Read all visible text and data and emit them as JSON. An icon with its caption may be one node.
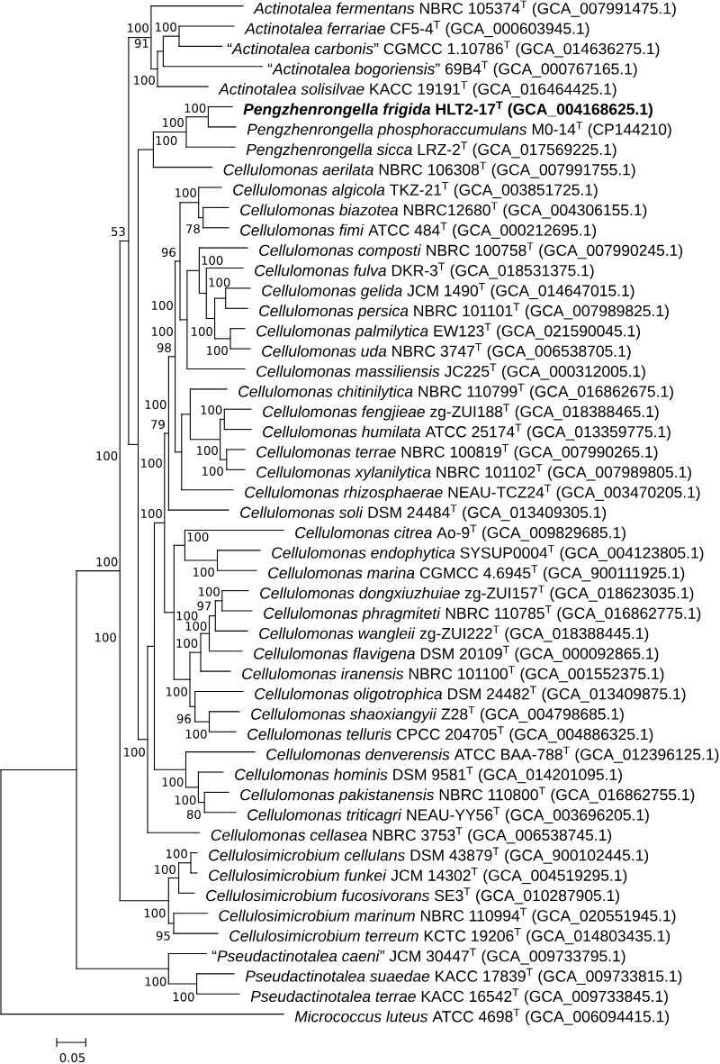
{
  "diagram": {
    "nodes": [
      {
        "text": [
          "*Actinotalea fermentans* NBRC 105374$^{T}$ (GCA_007991475.1)"
        ]
      },
      {
        "text": [
          "*Actinotalea ferrariae* CF5-4$^{T}$ (GCA_000603945.1)"
        ]
      },
      {
        "text": [
          "“*Actinotalea carbonis*” CGMCC 1.10786$^{T}$ (GCA_014636275.1)"
        ]
      },
      {
        "text": [
          "“*Actinotalea bogoriensis*” 69B4$^{T}$ (GCA_000767165.1)"
        ]
      },
      {
        "text": [
          "*Actinotalea solisilvae* KACC 19191$^{T}$ (GCA_016464425.1)"
        ]
      },
      {
        "text": [
          "*Pengzhenrongella frigida* HLT2-17$^{T}$ (GCA_004168625.1)"
        ]
      },
      {
        "text": [
          "*Pengzhenrongella phosphoraccumulans* M0-14$^{T}$ (CP144210)"
        ]
      },
      {
        "text": [
          "*Pengzhenrongella sicca* LRZ-2$^{T}$ (GCA_017569225.1)"
        ]
      },
      {
        "text": [
          "*Cellulomonas aerilata* NBRC 106308$^{T}$ (GCA_007991755.1)"
        ]
      },
      {
        "text": [
          "*Cellulomonas algicola* TKZ-21$^{T}$ (GCA_003851725.1)"
        ]
      },
      {
        "text": [
          "*Cellulomonas biazotea* NBRC12680$^{T}$ (GCA_004306155.1)"
        ]
      },
      {
        "text": [
          "*Cellulomonas fimi* ATCC 484$^{T}$ (GCA_000212695.1)"
        ]
      },
      {
        "text": [
          "*Cellulomonas composti* NBRC 100758$^{T}$ (GCA_007990245.1)"
        ]
      },
      {
        "text": [
          "*Cellulomonas fulva* DKR-3$^{T}$ (GCA_018531375.1)"
        ]
      },
      {
        "text": [
          "*Cellulomonas gelida* JCM 1490$^{T}$ (GCA_014647015.1)"
        ]
      },
      {
        "text": [
          "*Cellulomonas persica* NBRC 101101$^{T}$ (GCA_007989825.1)"
        ]
      },
      {
        "text": [
          "*Cellulomonas palmilytica* EW123$^{T}$ (GCA_021590045.1)"
        ]
      },
      {
        "text": [
          "*Cellulomonas uda* NBRC 3747$^{T}$ (GCA_006538705.1)"
        ]
      },
      {
        "text": [
          "*Cellulomonas massiliensis* JC225$^{T}$ (GCA_000312005.1)"
        ]
      },
      {
        "text": [
          "*Cellulomonas chitinilytica* NBRC 110799$^{T}$ (GCA_016862675.1)"
        ]
      },
      {
        "text": [
          "*Cellulomonas fengjieae* zg-ZUI188$^{T}$ (GCA_018388465.1)"
        ]
      },
      {
        "text": [
          "*Cellulomonas humilata* ATCC 25174$^{T}$ (GCA_013359775.1)"
        ]
      },
      {
        "text": [
          "*Cellulomonas terrae* NBRC 100819$^{T}$ (GCA_007990265.1)"
        ]
      },
      {
        "text": [
          "*Cellulomonas xylanilytica* NBRC 101102$^{T}$ (GCA_007989805.1)"
        ]
      },
      {
        "text": [
          "*Cellulomonas rhizosphaerae* NEAU-TCZ24$^{T}$ (GCA_003470205.1)"
        ]
      },
      {
        "text": [
          "*Cellulomonas soli* DSM 24484$^{T}$ (GCA_013409305.1)"
        ]
      },
      {
        "text": [
          "*Cellulomonas citrea* Ao-9$^{T}$ (GCA_009829685.1)"
        ]
      },
      {
        "text": [
          "*Cellulomonas endophytica* SYSUP0004$^{T}$ (GCA_004123805.1)"
        ]
      },
      {
        "text": [
          "*Cellulomonas marina* CGMCC 4.6945$^{T}$ (GCA_900111925.1)"
        ]
      },
      {
        "text": [
          "*Cellulomonas dongxiuzhuiae* zg-ZUI157$^{T}$ (GCA_018623035.1)"
        ]
      },
      {
        "text": [
          "*Cellulomonas phragmiteti* NBRC 110785$^{T}$ (GCA_016862775.1)"
        ]
      },
      {
        "text": [
          "*Cellulomonas wangleii* zg-ZUI222$^{T}$ (GCA_018388445.1)"
        ]
      },
      {
        "text": [
          "*Cellulomonas flavigena* DSM 20109$^{T}$ (GCA_000092865.1)"
        ]
      },
      {
        "text": [
          "*Cellulomonas iranensis* NBRC 101100$^{T}$ (GCA_001552375.1)"
        ]
      },
      {
        "text": [
          "*Cellulomonas oligotrophica* DSM 24482$^{T}$ (GCA_013409875.1)"
        ]
      },
      {
        "text": [
          "*Cellulomonas shaoxiangyii* Z28$^{T}$ (GCA_004798685.1)"
        ]
      },
      {
        "text": [
          "*Cellulomonas telluris* CPCC 204705$^{T}$ (GCA_004886325.1)"
        ]
      },
      {
        "text": [
          "*Cellulomonas denverensis* ATCC BAA-788$^{T}$ (GCA_012396125.1)"
        ]
      },
      {
        "text": [
          "*Cellulomonas hominis* DSM 9581$^{T}$ (GCA_014201095.1)"
        ]
      },
      {
        "text": [
          "*Cellulomonas pakistanensis* NBRC 110800$^{T}$ (GCA_016862755.1)"
        ]
      },
      {
        "text": [
          "*Cellulomonas triticagri* NEAU-YY56$^{T}$ (GCA_003696205.1)"
        ]
      },
      {
        "text": [
          "*Cellulomonas cellasea* NBRC 3753$^{T}$ (GCA_006538745.1)"
        ]
      },
      {
        "text": [
          "*Cellulosimicrobium cellulans* DSM 43879$^{T}$ (GCA_900102445.1)"
        ]
      },
      {
        "text": [
          "*Cellulosimicrobium funkei* JCM 14302$^{T}$ (GCA_004519295.1)"
        ]
      },
      {
        "text": [
          "*Cellulosimicrobium fucosivorans* SE3$^{T}$ (GCA_010287905.1)"
        ]
      },
      {
        "text": [
          "*Cellulosimicrobium marinum* NBRC 110994$^{T}$ (GCA_020551945.1)"
        ]
      },
      {
        "text": [
          "*Cellulosimicrobium terreum* KCTC 19206$^{T}$ (GCA_014803435.1)"
        ]
      },
      {
        "text": [
          "“*Pseudactinotalea caeni*” JCM 30447$^{T}$ (GCA_009733795.1)"
        ]
      },
      {
        "text": [
          "*Pseudactinotalea suaedae* KACC 17839$^{T}$ (GCA_009733815.1)"
        ]
      },
      {
        "text": [
          "*Pseudactinotalea terrae* KACC 16542$^{T}$ (GCA_009733845.1)"
        ]
      },
      {
        "text": [
          "*Micrococcus luteus* ATCC 4698$^{T}$ (GCA_006094415.1)"
        ]
      },
      {
        "text": [],
        "shape": "bar"
      },
      {
        "text": [],
        "shape": "bar"
      },
      {
        "text": [],
        "shape": "bar"
      },
      {
        "text": [],
        "shape": "bar"
      },
      {
        "text": [],
        "shape": "bar"
      },
      {
        "text": [],
        "shape": "bar"
      },
      {
        "text": [],
        "shape": "bar"
      },
      {
        "text": [],
        "shape": "bar"
      },
      {
        "text": [],
        "shape": "bar"
      },
      {
        "text": [],
        "shape": "bar"
      },
      {
        "text": [],
        "shape": "bar"
      },
      {
        "text": [],
        "shape": "bar"
      },
      {
        "text": [],
        "shape": "bar"
      },
      {
        "text": [],
        "shape": "bar"
      },
      {
        "text": [],
        "shape": "bar"
      },
      {
        "text": [],
        "shape": "bar"
      },
      {
        "text": [],
        "shape": "bar"
      },
      {
        "text": [],
        "shape": "bar"
      },
      {
        "text": [],
        "shape": "bar"
      },
      {
        "text": [],
        "shape": "bar"
      },
      {
        "text": [],
        "shape": "bar"
      },
      {
        "text": [],
        "shape": "bar"
      },
      {
        "text": [],
        "shape": "bar"
      },
      {
        "text": [],
        "shape": "bar"
      },
      {
        "text": [],
        "shape": "bar"
      },
      {
        "text": [],
        "shape": "bar"
      },
      {
        "text": [],
        "shape": "bar"
      },
      {
        "text": [],
        "shape": "bar"
      },
      {
        "text": [],
        "shape": "bar"
      },
      {
        "text": [],
        "shape": "bar"
      },
      {
        "text": [],
        "shape": "bar"
      },
      {
        "text": [],
        "shape": "bar"
      },
      {
        "text": [],
        "shape": "bar"
      },
      {
        "text": [],
        "shape": "bar"
      },
      {
        "text": [],
        "shape": "bar"
      },
      {
        "text": [],
        "shape": "bar"
      },
      {
        "text": [],
        "shape": "bar"
      },
      {
        "text": [],
        "shape": "bar"
      },
      {
        "text": [],
        "shape": "bar"
      },
      {
        "text": [],
        "shape": "bar"
      },
      {
        "text": [],
        "shape": "bar"
      },
      {
        "text": [],
        "shape": "bar"
      },
      {
        "text": [],
        "shape": "bar"
      },
      {
        "text": [],
        "shape": "bar"
      },
      {
        "text": [],
        "shape": "bar"
      },
      {
        "text": [],
        "shape": "bar"
      },
      {
        "text": [],
        "shape": "bar"
      },
      {
        "text": [],
        "shape": "bar"
      },
      {
        "text": [],
        "shape": "bar"
      },
      {
        "text": [],
        "shape": "bar"
      }
    ],
    "edges": [
      {
        "from": 51,
        "to": 52,
        "arrow": "none"
      },
      {
        "from": 51,
        "to": 50,
        "arrow": "none"
      },
      {
        "from": 52,
        "to": 53,
        "arrow": "none"
      },
      {
        "from": 52,
        "to": 99,
        "arrow": "none"
      },
      {
        "from": 53,
        "to": 54,
        "arrow": "none"
      },
      {
        "from": 53,
        "to": 95,
        "arrow": "none"
      },
      {
        "from": 54,
        "to": 55,
        "arrow": "none"
      },
      {
        "from": 54,
        "to": 59,
        "arrow": "none"
      },
      {
        "from": 55,
        "to": 0,
        "arrow": "none"
      },
      {
        "from": 55,
        "to": 56,
        "arrow": "none"
      },
      {
        "from": 56,
        "to": 57,
        "arrow": "none"
      },
      {
        "from": 56,
        "to": 4,
        "arrow": "none"
      },
      {
        "from": 57,
        "to": 58,
        "arrow": "none"
      },
      {
        "from": 57,
        "to": 3,
        "arrow": "none"
      },
      {
        "from": 58,
        "to": 1,
        "arrow": "none"
      },
      {
        "from": 58,
        "to": 2,
        "arrow": "none"
      },
      {
        "from": 59,
        "to": 60,
        "arrow": "none"
      },
      {
        "from": 59,
        "to": 63,
        "arrow": "none"
      },
      {
        "from": 60,
        "to": 61,
        "arrow": "none"
      },
      {
        "from": 60,
        "to": 8,
        "arrow": "none"
      },
      {
        "from": 61,
        "to": 62,
        "arrow": "none"
      },
      {
        "from": 61,
        "to": 7,
        "arrow": "none"
      },
      {
        "from": 62,
        "to": 5,
        "arrow": "none"
      },
      {
        "from": 62,
        "to": 6,
        "arrow": "none"
      },
      {
        "from": 63,
        "to": 64,
        "arrow": "none"
      },
      {
        "from": 63,
        "to": 41,
        "arrow": "none"
      },
      {
        "from": 64,
        "to": 65,
        "arrow": "none"
      },
      {
        "from": 64,
        "to": 92,
        "arrow": "none"
      },
      {
        "from": 65,
        "to": 66,
        "arrow": "none"
      },
      {
        "from": 65,
        "to": 82,
        "arrow": "none"
      },
      {
        "from": 66,
        "to": 67,
        "arrow": "none"
      },
      {
        "from": 66,
        "to": 25,
        "arrow": "none"
      },
      {
        "from": 67,
        "to": 68,
        "arrow": "none"
      },
      {
        "from": 67,
        "to": 77,
        "arrow": "none"
      },
      {
        "from": 68,
        "to": 69,
        "arrow": "none"
      },
      {
        "from": 68,
        "to": 71,
        "arrow": "none"
      },
      {
        "from": 69,
        "to": 9,
        "arrow": "none"
      },
      {
        "from": 69,
        "to": 70,
        "arrow": "none"
      },
      {
        "from": 70,
        "to": 10,
        "arrow": "none"
      },
      {
        "from": 70,
        "to": 11,
        "arrow": "none"
      },
      {
        "from": 71,
        "to": 72,
        "arrow": "none"
      },
      {
        "from": 71,
        "to": 18,
        "arrow": "none"
      },
      {
        "from": 72,
        "to": 12,
        "arrow": "none"
      },
      {
        "from": 72,
        "to": 73,
        "arrow": "none"
      },
      {
        "from": 73,
        "to": 13,
        "arrow": "none"
      },
      {
        "from": 73,
        "to": 74,
        "arrow": "none"
      },
      {
        "from": 74,
        "to": 75,
        "arrow": "none"
      },
      {
        "from": 74,
        "to": 76,
        "arrow": "none"
      },
      {
        "from": 75,
        "to": 14,
        "arrow": "none"
      },
      {
        "from": 75,
        "to": 15,
        "arrow": "none"
      },
      {
        "from": 76,
        "to": 16,
        "arrow": "none"
      },
      {
        "from": 76,
        "to": 17,
        "arrow": "none"
      },
      {
        "from": 77,
        "to": 78,
        "arrow": "none"
      },
      {
        "from": 77,
        "to": 24,
        "arrow": "none"
      },
      {
        "from": 78,
        "to": 19,
        "arrow": "none"
      },
      {
        "from": 78,
        "to": 79,
        "arrow": "none"
      },
      {
        "from": 79,
        "to": 80,
        "arrow": "none"
      },
      {
        "from": 79,
        "to": 81,
        "arrow": "none"
      },
      {
        "from": 80,
        "to": 20,
        "arrow": "none"
      },
      {
        "from": 80,
        "to": 21,
        "arrow": "none"
      },
      {
        "from": 81,
        "to": 22,
        "arrow": "none"
      },
      {
        "from": 81,
        "to": 23,
        "arrow": "none"
      },
      {
        "from": 82,
        "to": 83,
        "arrow": "none"
      },
      {
        "from": 82,
        "to": 85,
        "arrow": "none"
      },
      {
        "from": 83,
        "to": 26,
        "arrow": "none"
      },
      {
        "from": 83,
        "to": 84,
        "arrow": "none"
      },
      {
        "from": 84,
        "to": 27,
        "arrow": "none"
      },
      {
        "from": 84,
        "to": 28,
        "arrow": "none"
      },
      {
        "from": 85,
        "to": 86,
        "arrow": "none"
      },
      {
        "from": 85,
        "to": 90,
        "arrow": "none"
      },
      {
        "from": 86,
        "to": 87,
        "arrow": "none"
      },
      {
        "from": 86,
        "to": 33,
        "arrow": "none"
      },
      {
        "from": 87,
        "to": 88,
        "arrow": "none"
      },
      {
        "from": 87,
        "to": 32,
        "arrow": "none"
      },
      {
        "from": 88,
        "to": 89,
        "arrow": "none"
      },
      {
        "from": 88,
        "to": 31,
        "arrow": "none"
      },
      {
        "from": 89,
        "to": 29,
        "arrow": "none"
      },
      {
        "from": 89,
        "to": 30,
        "arrow": "none"
      },
      {
        "from": 90,
        "to": 34,
        "arrow": "none"
      },
      {
        "from": 90,
        "to": 91,
        "arrow": "none"
      },
      {
        "from": 91,
        "to": 35,
        "arrow": "none"
      },
      {
        "from": 91,
        "to": 36,
        "arrow": "none"
      },
      {
        "from": 92,
        "to": 37,
        "arrow": "none"
      },
      {
        "from": 92,
        "to": 93,
        "arrow": "none"
      },
      {
        "from": 93,
        "to": 38,
        "arrow": "none"
      },
      {
        "from": 93,
        "to": 94,
        "arrow": "none"
      },
      {
        "from": 94,
        "to": 39,
        "arrow": "none"
      },
      {
        "from": 94,
        "to": 40,
        "arrow": "none"
      },
      {
        "from": 95,
        "to": 96,
        "arrow": "none"
      },
      {
        "from": 95,
        "to": 98,
        "arrow": "none"
      },
      {
        "from": 96,
        "to": 97,
        "arrow": "none"
      },
      {
        "from": 96,
        "to": 44,
        "arrow": "none"
      },
      {
        "from": 97,
        "to": 42,
        "arrow": "none"
      },
      {
        "from": 97,
        "to": 43,
        "arrow": "none"
      },
      {
        "from": 98,
        "to": 45,
        "arrow": "none"
      },
      {
        "from": 98,
        "to": 46,
        "arrow": "none"
      },
      {
        "from": 99,
        "to": 47,
        "arrow": "none"
      },
      {
        "from": 99,
        "to": 100,
        "arrow": "none"
      },
      {
        "from": 100,
        "to": 48,
        "arrow": "none"
      },
      {
        "from": 100,
        "to": 49,
        "arrow": "none"
      }
    ],
    "labels": [
      "100",
      "100",
      "91",
      "100",
      "100",
      "100",
      "100",
      "100",
      "53",
      "78",
      "96",
      "100",
      "100",
      "100",
      "100",
      "100",
      "98",
      "100",
      "100",
      "100",
      "79",
      "100",
      "100",
      "100",
      "100",
      "100",
      "100",
      "100",
      "100",
      "100",
      "97",
      "100",
      "100",
      "100",
      "100",
      "100",
      "96",
      "100",
      "100",
      "100",
      "100",
      "80",
      "100",
      "100",
      "100",
      "95",
      "100",
      "100",
      "0.05"
    ]
  }
}
